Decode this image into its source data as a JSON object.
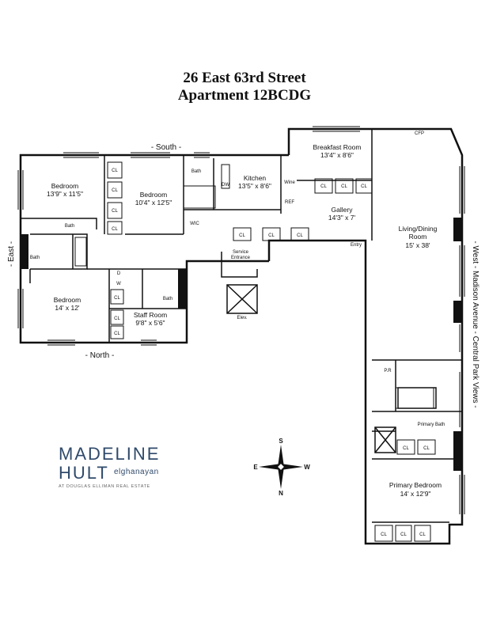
{
  "title": {
    "line1": "26 East 63rd Street",
    "line2": "Apartment 12BCDG"
  },
  "orientation": {
    "south": "- South -",
    "north": "- North -",
    "east": "- East -",
    "west": "- West - Madison Avenue - Central Park Views -"
  },
  "rooms": {
    "bedroom_ne": {
      "name": "Bedroom",
      "size": "13'9\" x 11'5\""
    },
    "bedroom_n2": {
      "name": "Bedroom",
      "size": "10'4\" x 12'5\""
    },
    "kitchen": {
      "name": "Kitchen",
      "size": "13'5\" x 8'6\""
    },
    "breakfast": {
      "name": "Breakfast Room",
      "size": "13'4\" x 8'6\""
    },
    "gallery": {
      "name": "Gallery",
      "size": "14'3\" x 7'"
    },
    "living": {
      "name1": "Living/Dining",
      "name2": "Room",
      "size": "15' x 38'"
    },
    "bedroom_sw": {
      "name": "Bedroom",
      "size": "14' x 12'"
    },
    "staff": {
      "name": "Staff Room",
      "size": "9'8\" x 5'6\""
    },
    "primary_bath": {
      "name": "Primary Bath"
    },
    "primary_bedroom": {
      "name": "Primary Bedroom",
      "size": "14' x 12'9\""
    }
  },
  "small_labels": {
    "bath": "Bath",
    "closet": "CL",
    "wic": "WIC",
    "service": "Service",
    "entrance": "Entrance",
    "entry": "Entry",
    "elev": "Elev.",
    "pr": "P.R",
    "cfp": "CFP",
    "wine": "Wine",
    "ref": "REF",
    "dw": "DW",
    "d": "D",
    "w": "W"
  },
  "compass": {
    "n": "N",
    "s": "S",
    "e": "E",
    "w": "W"
  },
  "logo": {
    "line1": "MADELINE",
    "line2": "HULT",
    "partner": "elghanayan",
    "tagline": "AT DOUGLAS ELLIMAN REAL ESTATE"
  }
}
